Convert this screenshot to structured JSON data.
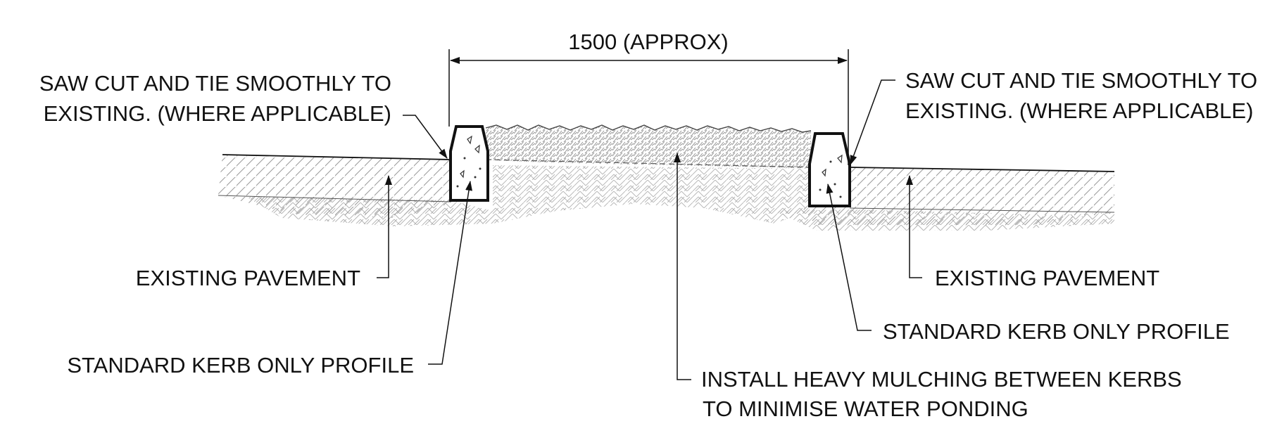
{
  "dimension": {
    "label": "1500 (APPROX)"
  },
  "labels": {
    "saw_cut_left": {
      "line1": "SAW CUT AND TIE SMOOTHLY TO",
      "line2": "EXISTING. (WHERE APPLICABLE)"
    },
    "saw_cut_right": {
      "line1": "SAW CUT AND TIE SMOOTHLY TO",
      "line2": "EXISTING. (WHERE APPLICABLE)"
    },
    "pavement_left": "EXISTING PAVEMENT",
    "pavement_right": "EXISTING PAVEMENT",
    "kerb_left": "STANDARD KERB ONLY PROFILE",
    "kerb_right": "STANDARD KERB ONLY PROFILE",
    "mulch": {
      "line1": "INSTALL HEAVY MULCHING BETWEEN KERBS",
      "line2": "TO MINIMISE WATER PONDING"
    }
  },
  "colors": {
    "line": "#111111",
    "hatch": "#9a9a9a",
    "mulch": "#8c8c8c"
  }
}
